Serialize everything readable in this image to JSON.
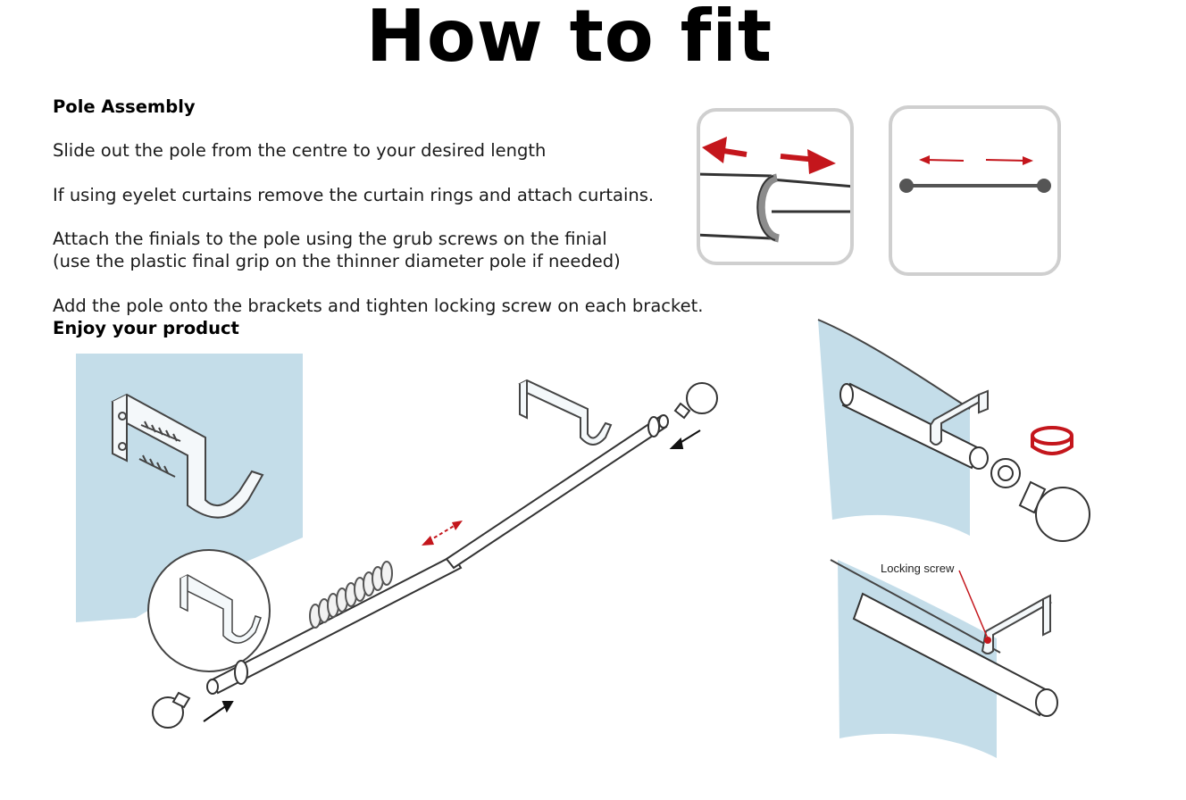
{
  "title": "How to fit",
  "instructions": {
    "heading": "Pole Assembly",
    "step1": "Slide out the pole from the centre to your desired length",
    "step2": "If using eyelet curtains remove the curtain rings and attach curtains.",
    "step3_line1": "Attach the finials  to the pole using the grub screws on the finial",
    "step3_line2": "(use the plastic final grip on the thinner diameter pole if needed)",
    "step4": "Add the pole onto the brackets and tighten locking screw on each bracket.",
    "closing": "Enjoy your product"
  },
  "diagram": {
    "locking_screw_label": "Locking screw"
  },
  "colors": {
    "arrow_red": "#c4161c",
    "wall_blue": "#c4dde9",
    "box_border": "#cfcfcf"
  }
}
